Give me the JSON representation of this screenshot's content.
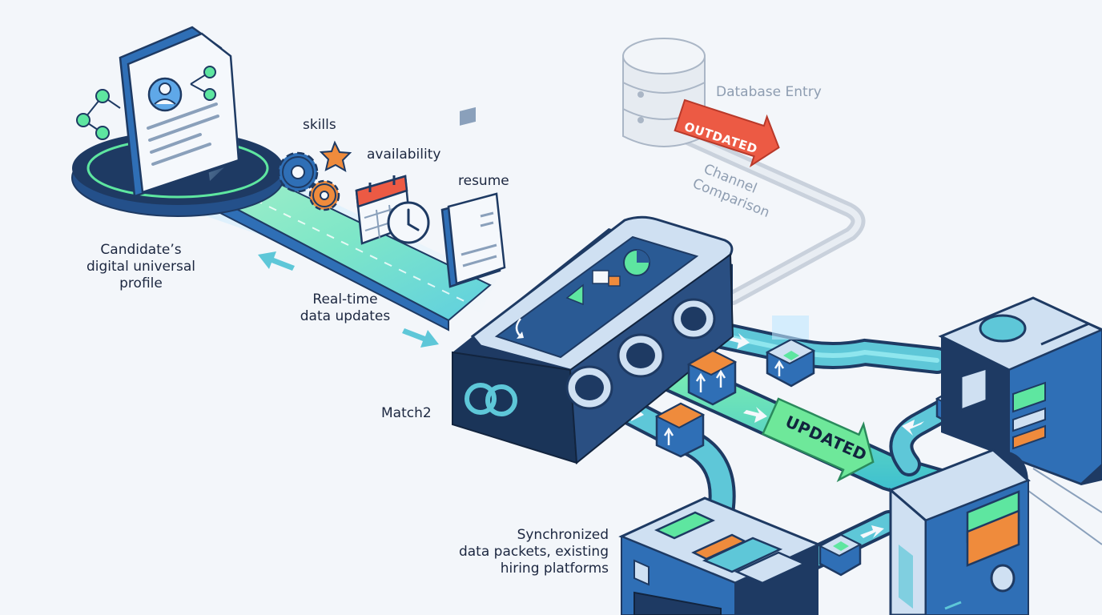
{
  "labels": {
    "skills": "skills",
    "availability": "availability",
    "resume": "resume",
    "database_entry": "Database Entry",
    "outdated_badge": "OUTDATED",
    "channel_comparison_line1": "Channel",
    "channel_comparison_line2": "Comparison",
    "profile_line1": "Candidate’s",
    "profile_line2": "digital universal",
    "profile_line3": "profile",
    "realtime_line1": "Real-time",
    "realtime_line2": "data updates",
    "hub_name": "Match2",
    "updated_badge": "UPDATED",
    "sync_line1": "Synchronized",
    "sync_line2": "data packets, existing",
    "sync_line3": "hiring platforms"
  },
  "colors": {
    "navy": "#1e3a63",
    "blue": "#2f6fb6",
    "light_blue": "#cfe0f2",
    "teal": "#5ec7d8",
    "green": "#5ee6a0",
    "orange": "#ef8b3c",
    "red": "#ec5a44",
    "gray": "#c9d1dc"
  },
  "icons": [
    "profile-document-icon",
    "network-nodes-icon",
    "gear-icon",
    "star-icon",
    "calendar-icon",
    "clock-icon",
    "resume-document-icon",
    "database-icon",
    "infinity-logo-icon",
    "data-packet-icon",
    "server-icon"
  ]
}
